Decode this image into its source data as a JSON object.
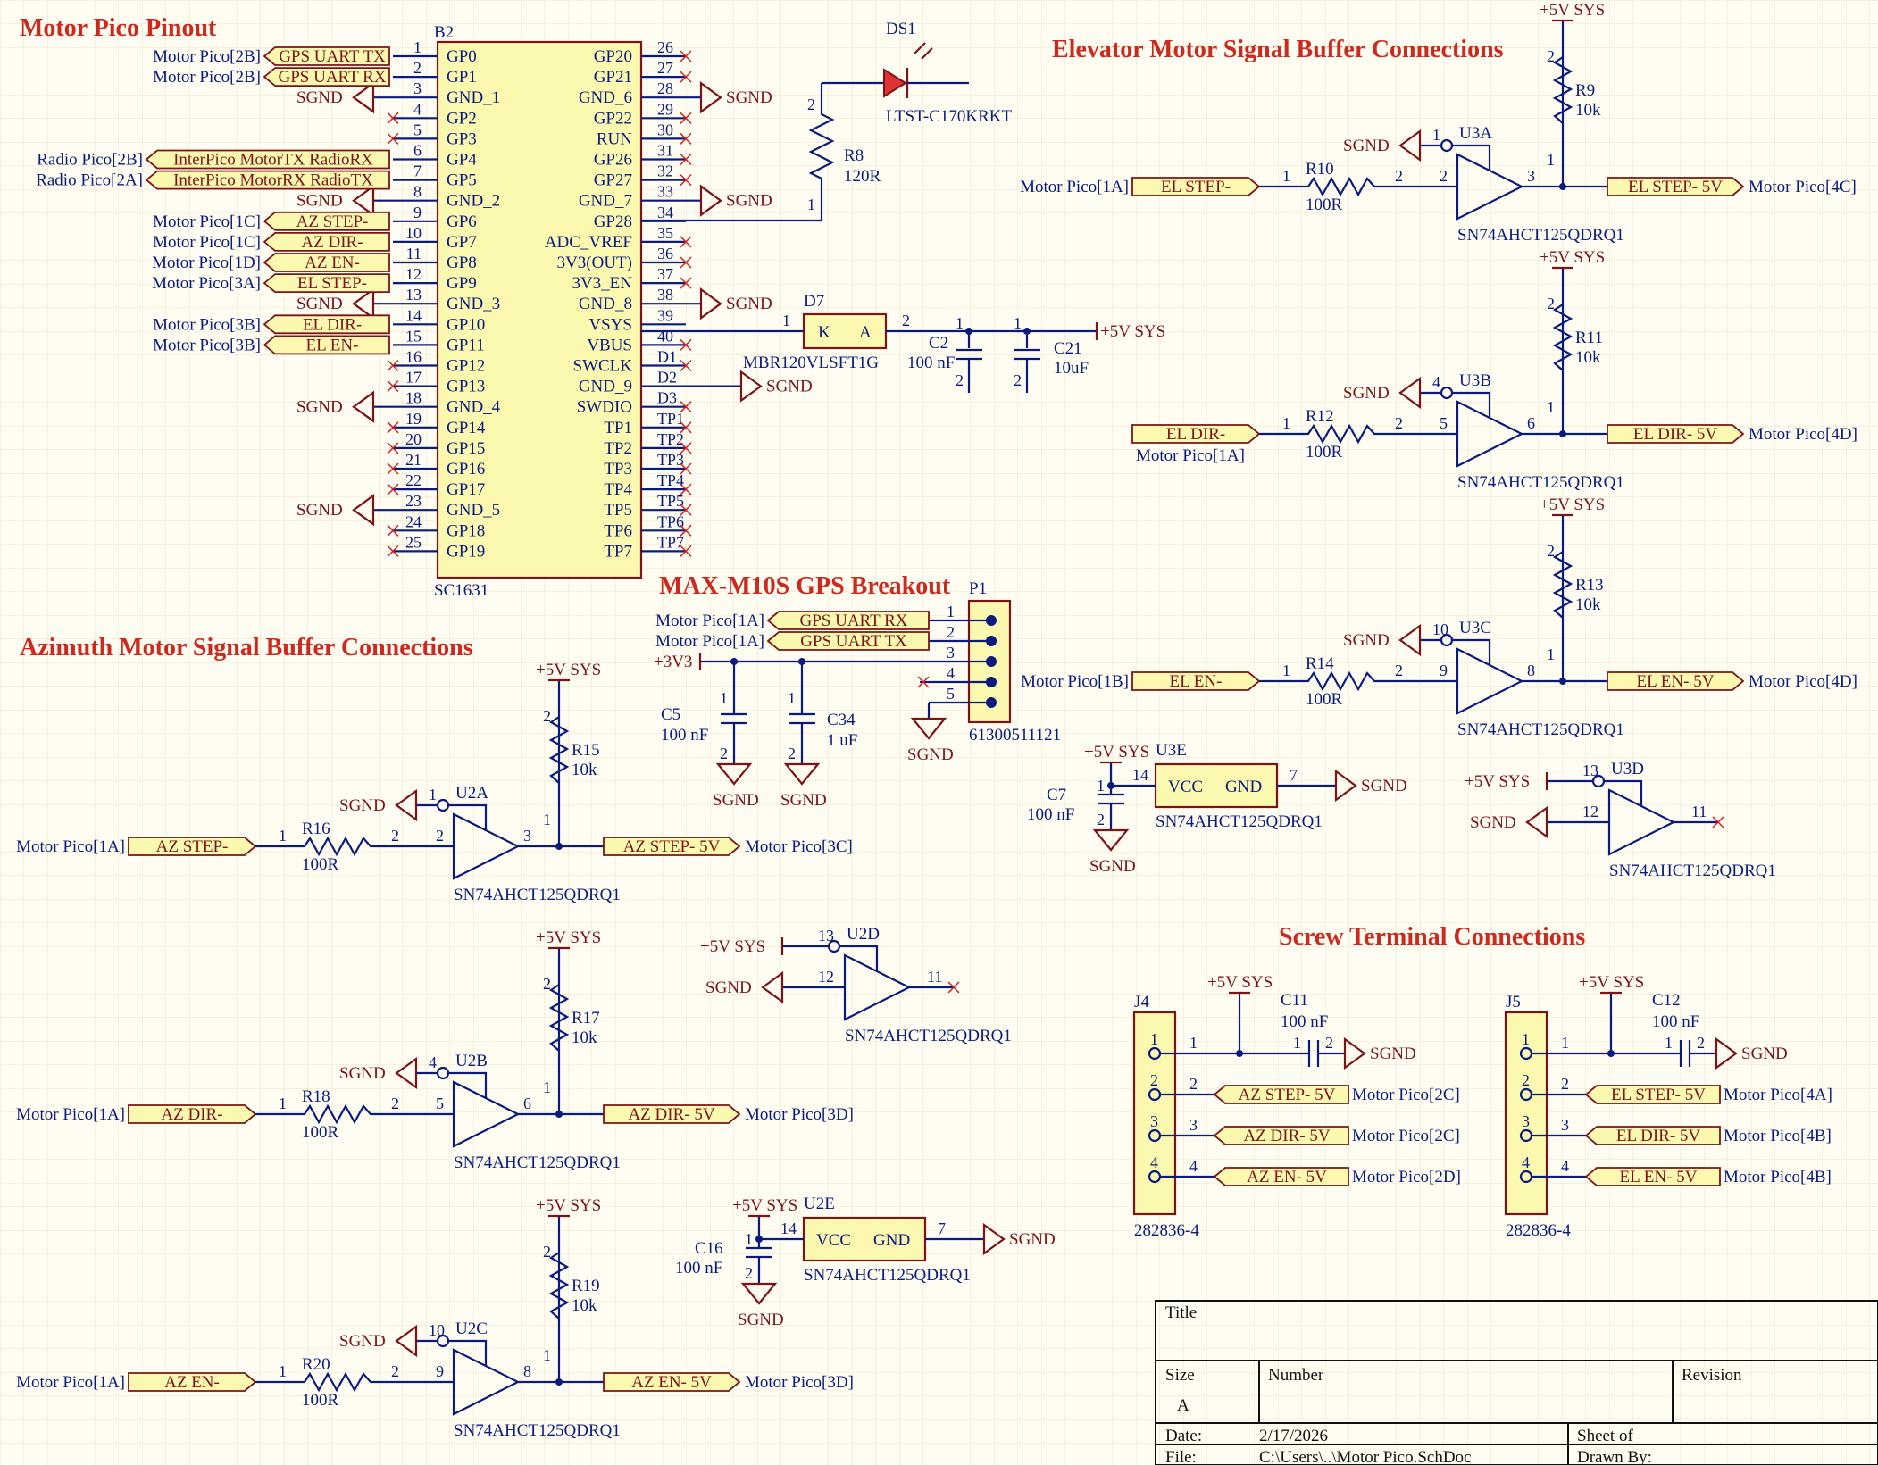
{
  "sections": {
    "motor_pinout": "Motor Pico Pinout",
    "elevator": "Elevator Motor Signal Buffer Connections",
    "azimuth": "Azimuth Motor Signal Buffer Connections",
    "gps": "MAX-M10S GPS Breakout",
    "screw": "Screw Terminal Connections"
  },
  "pico": {
    "designator": "B2",
    "part": "SC1631",
    "left_pins": [
      {
        "num": "1",
        "name": "GP0"
      },
      {
        "num": "2",
        "name": "GP1"
      },
      {
        "num": "3",
        "name": "GND_1"
      },
      {
        "num": "4",
        "name": "GP2"
      },
      {
        "num": "5",
        "name": "GP3"
      },
      {
        "num": "6",
        "name": "GP4"
      },
      {
        "num": "7",
        "name": "GP5"
      },
      {
        "num": "8",
        "name": "GND_2"
      },
      {
        "num": "9",
        "name": "GP6"
      },
      {
        "num": "10",
        "name": "GP7"
      },
      {
        "num": "11",
        "name": "GP8"
      },
      {
        "num": "12",
        "name": "GP9"
      },
      {
        "num": "13",
        "name": "GND_3"
      },
      {
        "num": "14",
        "name": "GP10"
      },
      {
        "num": "15",
        "name": "GP11"
      },
      {
        "num": "16",
        "name": "GP12"
      },
      {
        "num": "17",
        "name": "GP13"
      },
      {
        "num": "18",
        "name": "GND_4"
      },
      {
        "num": "19",
        "name": "GP14"
      },
      {
        "num": "20",
        "name": "GP15"
      },
      {
        "num": "21",
        "name": "GP16"
      },
      {
        "num": "22",
        "name": "GP17"
      },
      {
        "num": "23",
        "name": "GND_5"
      },
      {
        "num": "24",
        "name": "GP18"
      },
      {
        "num": "25",
        "name": "GP19"
      }
    ],
    "right_pins": [
      {
        "num": "26",
        "name": "GP20"
      },
      {
        "num": "27",
        "name": "GP21"
      },
      {
        "num": "28",
        "name": "GND_6"
      },
      {
        "num": "29",
        "name": "GP22"
      },
      {
        "num": "30",
        "name": "RUN"
      },
      {
        "num": "31",
        "name": "GP26"
      },
      {
        "num": "32",
        "name": "GP27"
      },
      {
        "num": "33",
        "name": "GND_7"
      },
      {
        "num": "34",
        "name": "GP28"
      },
      {
        "num": "35",
        "name": "ADC_VREF"
      },
      {
        "num": "36",
        "name": "3V3(OUT)"
      },
      {
        "num": "37",
        "name": "3V3_EN"
      },
      {
        "num": "38",
        "name": "GND_8"
      },
      {
        "num": "39",
        "name": "VSYS"
      },
      {
        "num": "40",
        "name": "VBUS"
      },
      {
        "num": "D1",
        "name": "SWCLK"
      },
      {
        "num": "D2",
        "name": "GND_9"
      },
      {
        "num": "D3",
        "name": "SWDIO"
      },
      {
        "num": "TP1",
        "name": "TP1"
      },
      {
        "num": "TP2",
        "name": "TP2"
      },
      {
        "num": "TP3",
        "name": "TP3"
      },
      {
        "num": "TP4",
        "name": "TP4"
      },
      {
        "num": "TP5",
        "name": "TP5"
      },
      {
        "num": "TP6",
        "name": "TP6"
      },
      {
        "num": "TP7",
        "name": "TP7"
      }
    ],
    "left_ports": [
      {
        "row": 0,
        "net": "GPS UART TX",
        "ref": "Motor Pico[2B]"
      },
      {
        "row": 1,
        "net": "GPS UART RX",
        "ref": "Motor Pico[2B]"
      },
      {
        "row": 5,
        "net": "InterPico MotorTX RadioRX",
        "ref": "Radio Pico[2B]"
      },
      {
        "row": 6,
        "net": "InterPico MotorRX RadioTX",
        "ref": "Radio Pico[2A]"
      },
      {
        "row": 8,
        "net": "AZ STEP-",
        "ref": "Motor Pico[1C]"
      },
      {
        "row": 9,
        "net": "AZ DIR-",
        "ref": "Motor Pico[1C]"
      },
      {
        "row": 10,
        "net": "AZ EN-",
        "ref": "Motor Pico[1D]"
      },
      {
        "row": 11,
        "net": "EL STEP-",
        "ref": "Motor Pico[3A]"
      },
      {
        "row": 13,
        "net": "EL DIR-",
        "ref": "Motor Pico[3B]"
      },
      {
        "row": 14,
        "net": "EL EN-",
        "ref": "Motor Pico[3B]"
      }
    ]
  },
  "labels": {
    "sgnd": "SGND",
    "v5": "+5V SYS",
    "v33": "+3V3",
    "buffer_part": "SN74AHCT125QDRQ1",
    "vcc": "VCC",
    "gnd": "GND"
  },
  "led": {
    "ref": "DS1",
    "part": "LTST-C170KRKT"
  },
  "r8": {
    "ref": "R8",
    "value": "120R"
  },
  "d7": {
    "ref": "D7",
    "part": "MBR120VLSFT1G",
    "k": "K",
    "a": "A"
  },
  "c2": {
    "ref": "C2",
    "value": "100 nF"
  },
  "c21": {
    "ref": "C21",
    "value": "10uF"
  },
  "elevator": [
    {
      "u": "U3A",
      "in_ref": "Motor Pico[1A]",
      "in_net": "EL STEP-",
      "r": "R10",
      "rv": "100R",
      "pu": "R9",
      "puv": "10k",
      "en": "1",
      "inp": "2",
      "out": "3",
      "out_net": "EL STEP- 5V",
      "out_ref": "Motor Pico[4C]"
    },
    {
      "u": "U3B",
      "in_ref": "Motor Pico[1A]",
      "in_net": "EL DIR-",
      "r": "R12",
      "rv": "100R",
      "pu": "R11",
      "puv": "10k",
      "en": "4",
      "inp": "5",
      "out": "6",
      "out_net": "EL DIR- 5V",
      "out_ref": "Motor Pico[4D]"
    },
    {
      "u": "U3C",
      "in_ref": "Motor Pico[1B]",
      "in_net": "EL EN-",
      "r": "R14",
      "rv": "100R",
      "pu": "R13",
      "puv": "10k",
      "en": "10",
      "inp": "9",
      "out": "8",
      "out_net": "EL EN- 5V",
      "out_ref": "Motor Pico[4D]"
    }
  ],
  "azimuth": [
    {
      "u": "U2A",
      "in_ref": "Motor Pico[1A]",
      "in_net": "AZ STEP-",
      "r": "R16",
      "rv": "100R",
      "pu": "R15",
      "puv": "10k",
      "en": "1",
      "inp": "2",
      "out": "3",
      "out_net": "AZ STEP- 5V",
      "out_ref": "Motor Pico[3C]"
    },
    {
      "u": "U2B",
      "in_ref": "Motor Pico[1A]",
      "in_net": "AZ DIR-",
      "r": "R18",
      "rv": "100R",
      "pu": "R17",
      "puv": "10k",
      "en": "4",
      "inp": "5",
      "out": "6",
      "out_net": "AZ DIR- 5V",
      "out_ref": "Motor Pico[3D]"
    },
    {
      "u": "U2C",
      "in_ref": "Motor Pico[1A]",
      "in_net": "AZ EN-",
      "r": "R20",
      "rv": "100R",
      "pu": "R19",
      "puv": "10k",
      "en": "10",
      "inp": "9",
      "out": "8",
      "out_net": "AZ EN- 5V",
      "out_ref": "Motor Pico[3D]"
    }
  ],
  "spare": [
    {
      "u": "U3D",
      "en": "13",
      "inp": "12",
      "out": "11"
    },
    {
      "u": "U2D",
      "en": "13",
      "inp": "12",
      "out": "11"
    }
  ],
  "power_units": [
    {
      "u": "U3E",
      "c": "C7",
      "cv": "100 nF",
      "vcc_pin": "14",
      "gnd_pin": "7"
    },
    {
      "u": "U2E",
      "c": "C16",
      "cv": "100 nF",
      "vcc_pin": "14",
      "gnd_pin": "7"
    }
  ],
  "gps": {
    "ref": "P1",
    "part": "61300511121",
    "pins": [
      "1",
      "2",
      "3",
      "4",
      "5"
    ],
    "ports": [
      {
        "net": "GPS UART RX",
        "ref": "Motor Pico[1A]"
      },
      {
        "net": "GPS UART TX",
        "ref": "Motor Pico[1A]"
      }
    ],
    "c5": {
      "ref": "C5",
      "value": "100 nF"
    },
    "c34": {
      "ref": "C34",
      "value": "1 uF"
    }
  },
  "terminals": [
    {
      "ref": "J4",
      "part": "282836-4",
      "cap": "C11",
      "capv": "100 nF",
      "rows": [
        {
          "net": "AZ STEP- 5V",
          "ref": "Motor Pico[2C]"
        },
        {
          "net": "AZ DIR- 5V",
          "ref": "Motor Pico[2C]"
        },
        {
          "net": "AZ EN- 5V",
          "ref": "Motor Pico[2D]"
        }
      ]
    },
    {
      "ref": "J5",
      "part": "282836-4",
      "cap": "C12",
      "capv": "100 nF",
      "rows": [
        {
          "net": "EL STEP- 5V",
          "ref": "Motor Pico[4A]"
        },
        {
          "net": "EL DIR- 5V",
          "ref": "Motor Pico[4B]"
        },
        {
          "net": "EL EN- 5V",
          "ref": "Motor Pico[4B]"
        }
      ]
    }
  ],
  "title_block": {
    "title": "Title",
    "size": "Size",
    "size_val": "A",
    "number": "Number",
    "revision": "Revision",
    "date_label": "Date:",
    "date": "2/17/2026",
    "sheet": "Sheet   of",
    "file_label": "File:",
    "file": "C:\\Users\\..\\Motor Pico.SchDoc",
    "drawn": "Drawn By:"
  }
}
